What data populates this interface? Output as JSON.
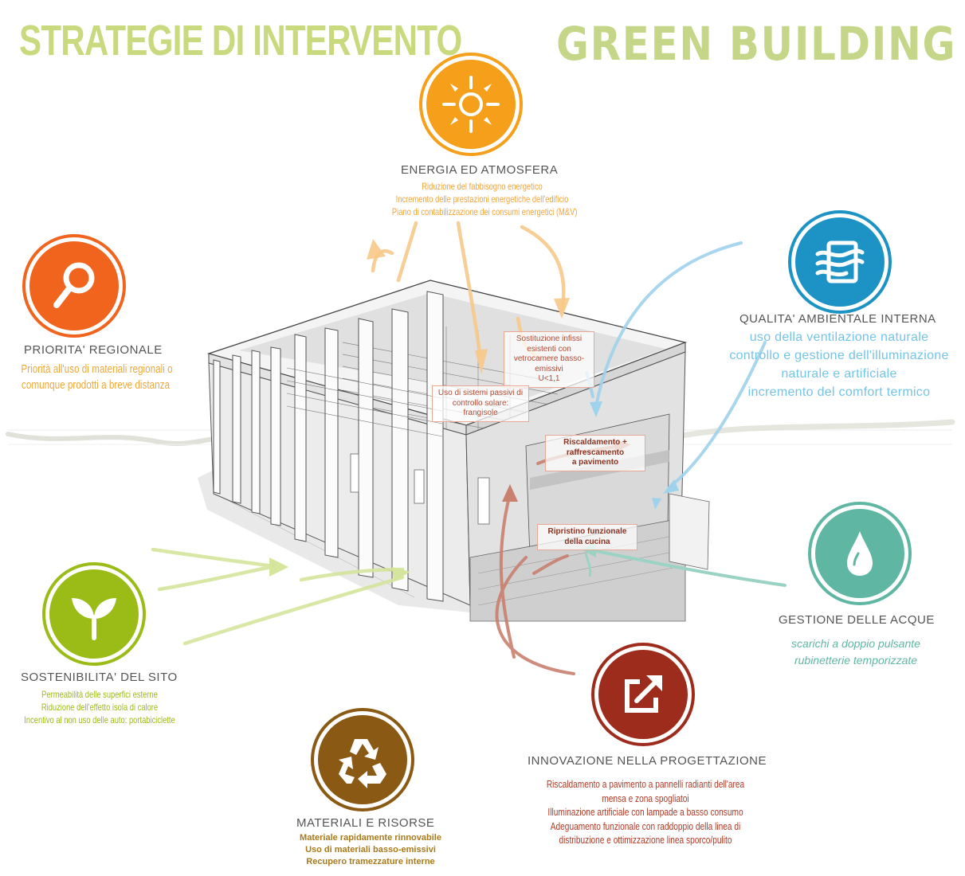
{
  "header": {
    "left_title": "STRATEGIE DI INTERVENTO",
    "right_title": "GREEN BUILDING"
  },
  "colors": {
    "energy": "#f59f1a",
    "regional": "#f0641e",
    "indoor": "#1d93c5",
    "site": "#9bbb17",
    "water": "#5fb7a3",
    "materials": "#8a5a14",
    "innovation": "#9e2c1d"
  },
  "sections": {
    "energy": {
      "icon": "sun-icon",
      "heading": "ENERGIA ED ATMOSFERA",
      "lines": [
        "Riduzione del fabbisogno energetico",
        "Incremento delle prestazioni energetiche dell'edificio",
        "Piano di contabilizzazione dei consumi energetici (M&V)"
      ]
    },
    "regional": {
      "icon": "location-pin-icon",
      "heading": "PRIORITA' REGIONALE",
      "lines": [
        "Priorità all'uso di materiali regionali o",
        "comunque prodotti a breve distanza"
      ]
    },
    "indoor": {
      "icon": "ventilation-icon",
      "heading": "QUALITA' AMBIENTALE INTERNA",
      "lines": [
        "uso della ventilazione naturale",
        "controllo e gestione dell'illuminazione",
        "naturale e artificiale",
        "incremento del comfort termico"
      ]
    },
    "site": {
      "icon": "sprout-icon",
      "heading": "SOSTENIBILITA' DEL SITO",
      "lines": [
        "Permeabilità delle superfici esterne",
        "Riduzione dell'effetto isola di calore",
        "Incentivo al non uso delle auto: portabiciclette"
      ]
    },
    "water": {
      "icon": "water-drop-icon",
      "heading": "GESTIONE DELLE ACQUE",
      "lines": [
        "scarichi a doppio pulsante",
        "rubinetterie temporizzate"
      ]
    },
    "materials": {
      "icon": "recycle-icon",
      "heading": "MATERIALI E RISORSE",
      "lines": [
        "Materiale rapidamente rinnovabile",
        "Uso di materiali basso-emissivi",
        "Recupero tramezzature interne"
      ]
    },
    "innovation": {
      "icon": "external-link-arrow-icon",
      "heading": "INNOVAZIONE NELLA PROGETTAZIONE",
      "lines": [
        "Riscaldamento a pavimento a pannelli radianti dell'area",
        "mensa e zona spogliatoi",
        "Illuminazione artificiale con lampade a basso consumo",
        "Adeguamento funzionale con raddoppio della linea di",
        "distribuzione e ottimizzazione  linea sporco/pulito"
      ]
    }
  },
  "callouts": {
    "infissi": [
      "Sostituzione infissi esistenti con",
      "vetrocamere basso-emissivi",
      "U<1,1"
    ],
    "frangisole": [
      "Uso di sistemi passivi di controllo solare:",
      "frangisole"
    ],
    "riscaldamento": [
      "Riscaldamento + raffrescamento",
      "a pavimento"
    ],
    "cucina": [
      "Ripristino funzionale della cucina"
    ]
  }
}
